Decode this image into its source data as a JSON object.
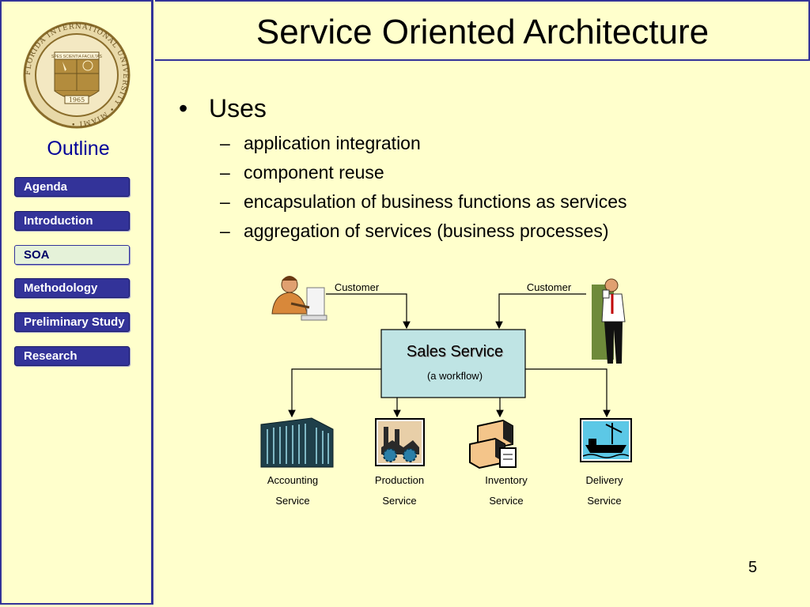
{
  "slide": {
    "title": "Service Oriented Architecture",
    "page_number": "5"
  },
  "sidebar": {
    "outline_label": "Outline",
    "seal_text": "FLORIDA INTERNATIONAL UNIVERSITY • MIAMI •",
    "seal_motto": "SPES SCIENTIA FACULTAS",
    "seal_year": "1965",
    "items": [
      {
        "label": "Agenda",
        "active": false
      },
      {
        "label": "Introduction",
        "active": false
      },
      {
        "label": "SOA",
        "active": true
      },
      {
        "label": "Methodology",
        "active": false
      },
      {
        "label": "Preliminary Study",
        "active": false
      },
      {
        "label": "Research",
        "active": false
      }
    ]
  },
  "content": {
    "bullet": "Uses",
    "subitems": [
      "application integration",
      "component reuse",
      "encapsulation of business functions as services",
      "aggregation of services (business processes)"
    ]
  },
  "diagram": {
    "customer_left": "Customer",
    "customer_right": "Customer",
    "sales_service": "Sales Service",
    "sales_subtitle": "(a workflow)",
    "services": [
      {
        "line1": "Accounting",
        "line2": "Service",
        "icon": "office-building-icon"
      },
      {
        "line1": "Production",
        "line2": "Service",
        "icon": "factory-icon"
      },
      {
        "line1": "Inventory",
        "line2": "Service",
        "icon": "boxes-icon"
      },
      {
        "line1": "Delivery",
        "line2": "Service",
        "icon": "ship-icon"
      }
    ],
    "colors": {
      "sales_box": "#bfe4e4",
      "navy": "#333399"
    }
  }
}
